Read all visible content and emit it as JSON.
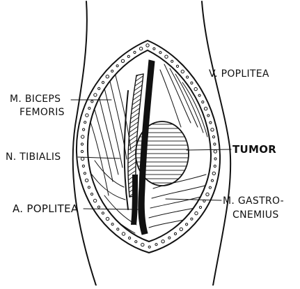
{
  "labels": {
    "v_poplitea": "V. POPLITEA",
    "m_biceps_line1": "M. BICEPS",
    "m_biceps_line2": "FEMORIS",
    "n_tibialis": "N. TIBIALIS",
    "tumor": "TUMOR",
    "a_poplitea": "A. POPLITEA",
    "m_gastro_line1": "M. GASTRO-",
    "m_gastro_line2": "CNEMIUS"
  }
}
